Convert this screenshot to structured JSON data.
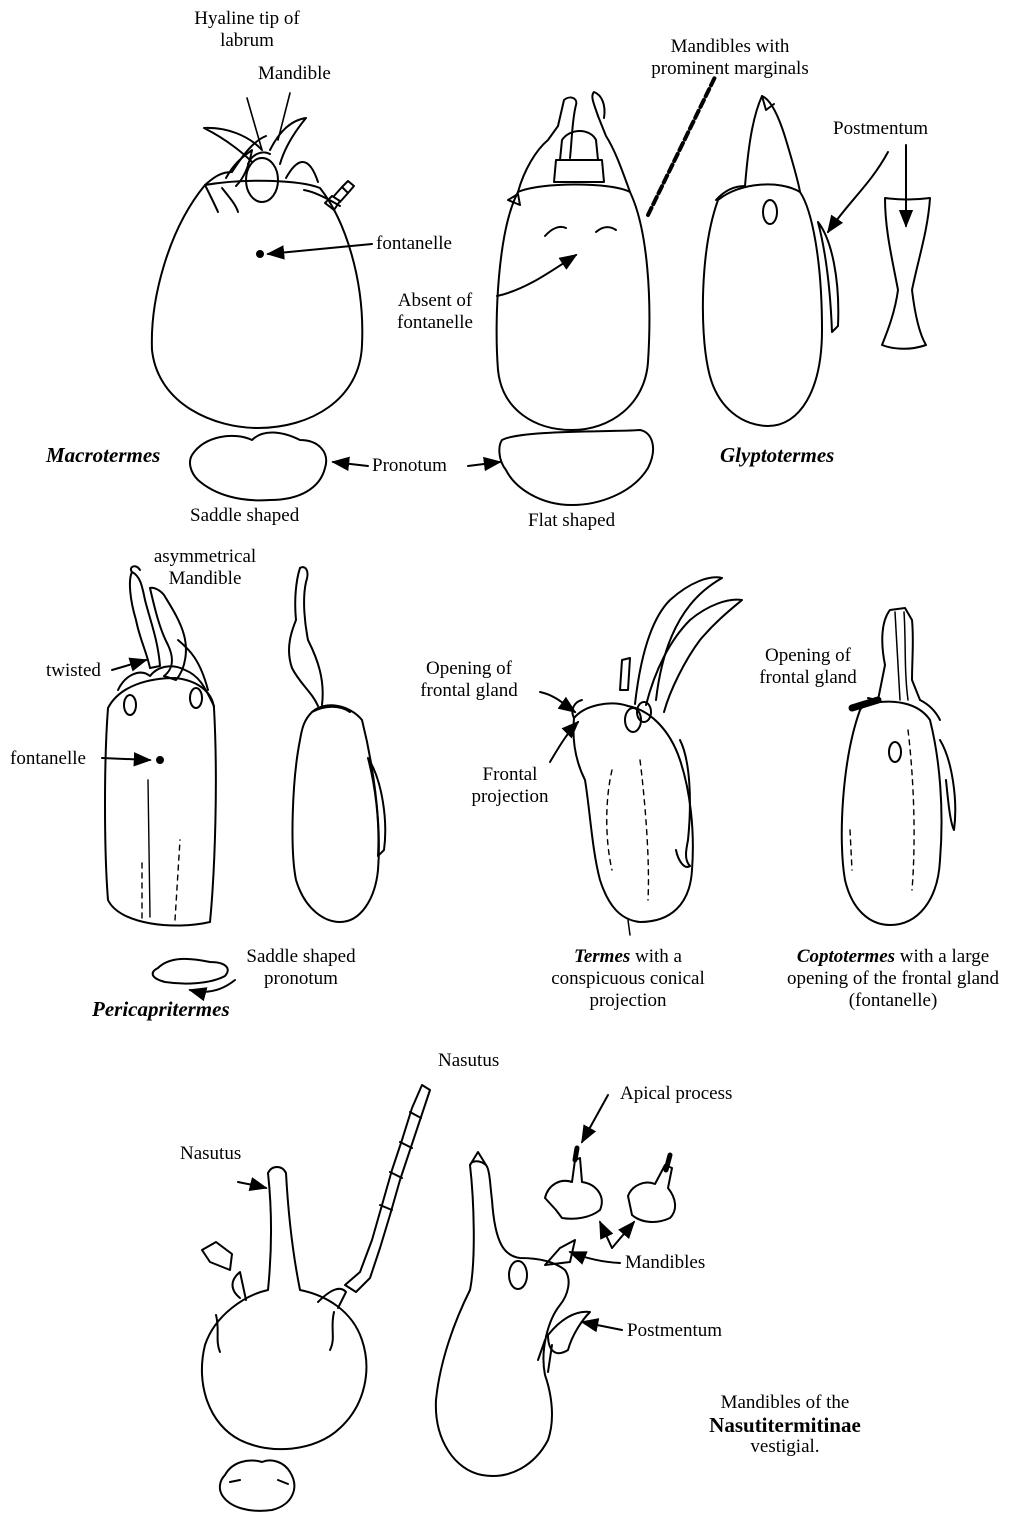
{
  "labels": {
    "hyaline_tip": "Hyaline tip of",
    "hyaline_tip_2": "labrum",
    "mandible_top": "Mandible",
    "fontanelle_macro": "fontanelle",
    "mandibles_prominent": "Mandibles with",
    "mandibles_prominent_2": "prominent marginals",
    "postmentum_glypto": "Postmentum",
    "absent_fontanelle": "Absent of",
    "absent_fontanelle_2": "fontanelle",
    "pronotum": "Pronotum",
    "saddle_shaped": "Saddle shaped",
    "flat_shaped": "Flat shaped",
    "asym_mandible": "asymmetrical",
    "asym_mandible_2": "Mandible",
    "twisted": "twisted",
    "fontanelle_peri": "fontanelle",
    "saddle_pronotum": "Saddle shaped",
    "saddle_pronotum_2": "pronotum",
    "opening_termes": "Opening of",
    "opening_termes_2": "frontal gland",
    "frontal_projection": "Frontal",
    "frontal_projection_2": "projection",
    "opening_copto": "Opening of",
    "opening_copto_2": "frontal gland",
    "nasutus_left": "Nasutus",
    "nasutus_top": "Nasutus",
    "apical_process": "Apical process",
    "mandibles_nasuti": "Mandibles",
    "postmentum_nasuti": "Postmentum"
  },
  "genera": {
    "macrotermes": "Macrotermes",
    "glyptotermes": "Glyptotermes",
    "pericapritermes": "Pericapritermes",
    "termes": "Termes",
    "termes_desc": " with a",
    "termes_desc_2": "conspicuous conical",
    "termes_desc_3": "projection",
    "coptotermes": "Coptotermes",
    "copto_desc": " with a large",
    "copto_desc_2": "opening of the frontal gland",
    "copto_desc_3": "(fontanelle)"
  },
  "nasuti_caption": {
    "line1": "Mandibles of the",
    "line2": "Nasutitermitinae",
    "line3": "vestigial."
  }
}
